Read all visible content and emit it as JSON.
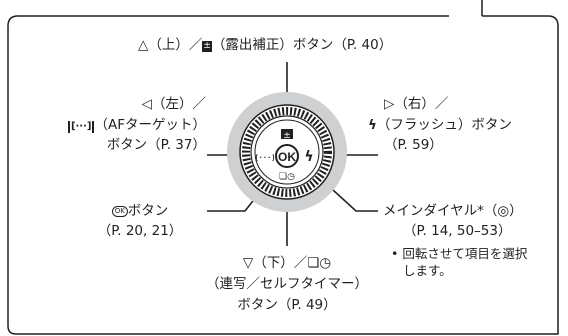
{
  "up": {
    "symbol": "△",
    "label": "（上）／",
    "icon_text": "±",
    "name": "（露出補正）ボタン（P. 40）"
  },
  "left": {
    "line1_symbol": "◁",
    "line1_text": "（左）／",
    "af_symbol": "[···]",
    "af_text": "（AFターゲット）",
    "line3": "ボタン（P. 37）"
  },
  "right": {
    "line1_symbol": "▷",
    "line1_text": "（右）／",
    "flash_symbol": "ϟ",
    "flash_text": "（フラッシュ）ボタン",
    "line3": "（P. 59）"
  },
  "ok_button": {
    "badge": "OK",
    "label": "ボタン",
    "pages": "（P. 20, 21）"
  },
  "dial": {
    "label": "メインダイヤル*（",
    "symbol": "◎",
    "label_end": "）",
    "pages": "（P. 14, 50–53）",
    "note_line1": "• 回転させて項目を選択",
    "note_line2": "します。"
  },
  "down": {
    "symbol": "▽",
    "label": "（下）／",
    "icon": "❏◷",
    "line2": "（連写／セルフタイマー）",
    "line3": "ボタン（P. 49）"
  },
  "control": {
    "center": "OK",
    "up_mark": "±",
    "left_mark": "[···]",
    "right_mark": "ϟ",
    "down_mark": "❏◷"
  }
}
